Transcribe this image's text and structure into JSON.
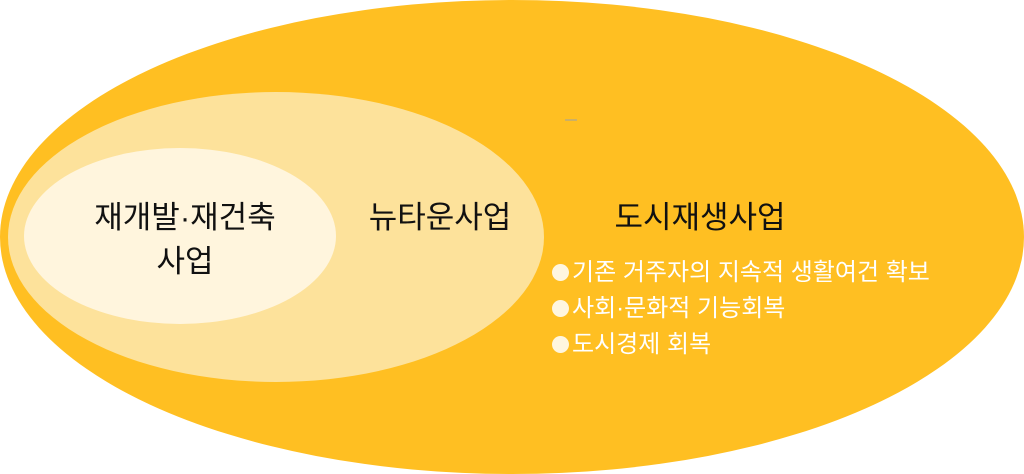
{
  "colors": {
    "outer": "#FFBF22",
    "middle": "#FDE29B",
    "inner": "#FFF5DD"
  },
  "inner": {
    "label_line1": "재개발·재건축",
    "label_line2": "사업"
  },
  "middle": {
    "label": "뉴타운사업"
  },
  "outer": {
    "label": "도시재생사업",
    "bullets": [
      "기존 거주자의 지속적 생활여건 확보",
      "사회·문화적 기능회복",
      "도시경제 회복"
    ]
  }
}
